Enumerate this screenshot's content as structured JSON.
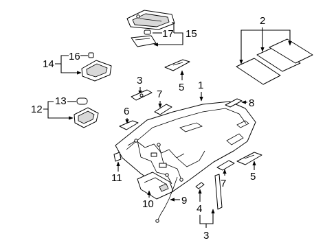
{
  "callouts": {
    "c1": "1",
    "c2": "2",
    "c3_top": "3",
    "c3_bottom": "3",
    "c4": "4",
    "c5_left": "5",
    "c5_right": "5",
    "c6": "6",
    "c7_left": "7",
    "c7_right": "7",
    "c8": "8",
    "c9": "9",
    "c10": "10",
    "c11": "11",
    "c12": "12",
    "c13": "13",
    "c14": "14",
    "c15": "15",
    "c16": "16",
    "c17": "17"
  }
}
